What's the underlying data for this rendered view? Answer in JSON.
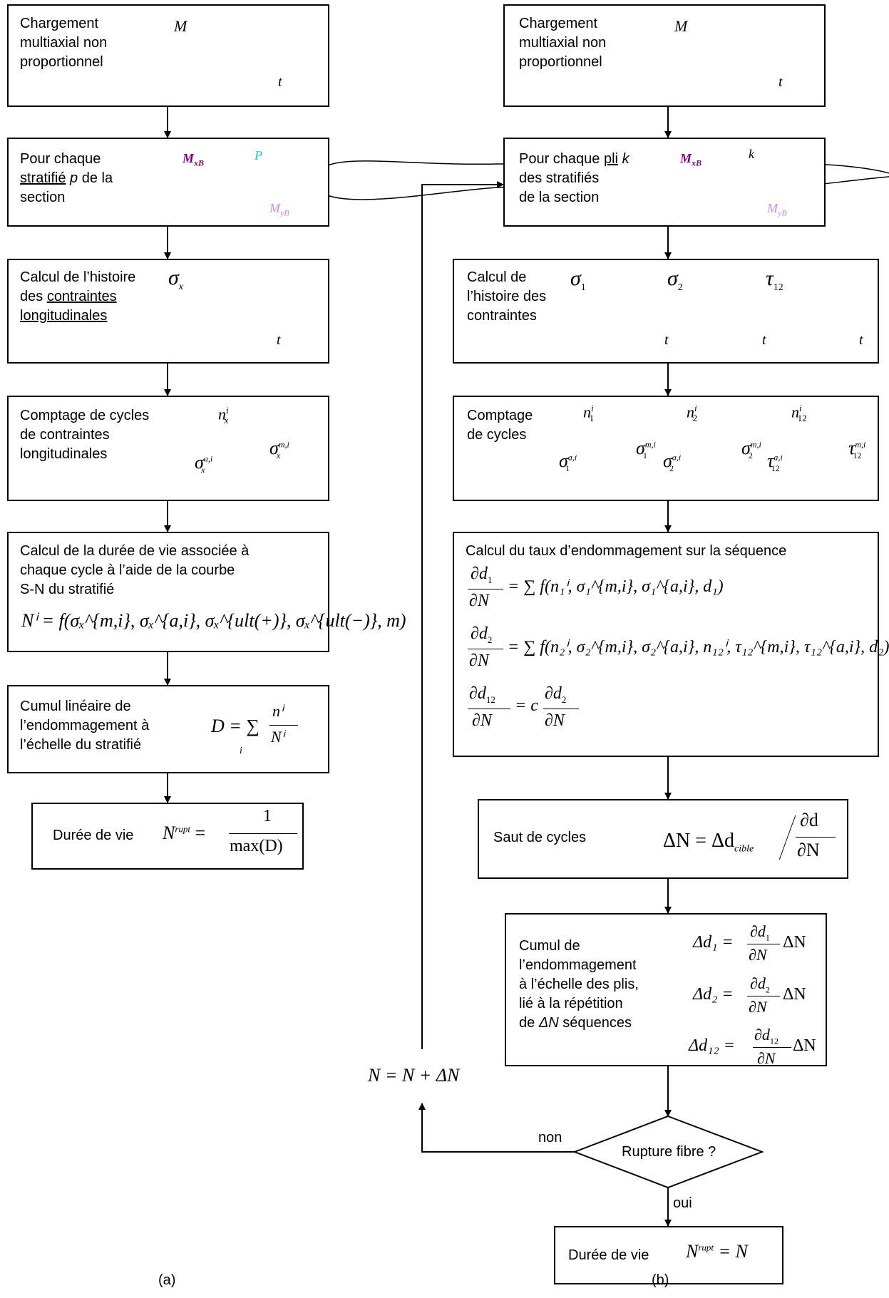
{
  "colors": {
    "dark_purple": "#800080",
    "light_purple": "#cc88ee",
    "cyan": "#22c4dc",
    "navy": "#141470",
    "blue": "#3a6bd8",
    "light_blue": "#8ec4ef"
  },
  "left": {
    "box1": {
      "lines": [
        "Chargement",
        "multiaxial non",
        "proportionnel"
      ],
      "axis_y": "M",
      "axis_x": "t"
    },
    "box2": {
      "line1": "Pour chaque",
      "line2_u": "stratifié",
      "line2_i": "p",
      "line2_rest": "de la",
      "line3": "section",
      "label_P": "P",
      "label_mx": "M",
      "label_mx_sub": "xB",
      "label_my": "M",
      "label_my_sub": "yB"
    },
    "box3": {
      "line1": "Calcul de l’histoire",
      "line2_pre": "des ",
      "line2_u": "contraintes",
      "line3_u": "longitudinales",
      "axis_y": "σ",
      "axis_y_sub": "x",
      "axis_x": "t"
    },
    "box4": {
      "lines": [
        "Comptage de cycles",
        "de contraintes",
        "longitudinales"
      ],
      "n": "n",
      "n_sup": "i",
      "n_sub": "x",
      "sa": "σ",
      "sa_sup": "a,i",
      "sa_sub": "x",
      "sm": "σ",
      "sm_sup": "m,i",
      "sm_sub": "x"
    },
    "box5": {
      "lines": [
        "Calcul de la durée de vie associée à",
        "chaque cycle à l’aide de la courbe",
        "S-N du stratifié"
      ],
      "formula": "Nⁱ = f(σₓ^{m,i}, σₓ^{a,i}, σₓ^{ult(+)}, σₓ^{ult(−)}, m)"
    },
    "box6": {
      "lines": [
        "Cumul linéaire de",
        "l’endommagement à",
        "l’échelle du stratifié"
      ],
      "formula_lhs": "D = ∑",
      "formula_num": "nⁱ",
      "formula_den": "Nⁱ",
      "formula_idx": "i"
    },
    "box7": {
      "label": "Durée de vie",
      "lhs": "N",
      "lhs_sup": "rupt",
      "eq": "=",
      "num": "1",
      "den": "max(D)"
    },
    "caption": "(a)"
  },
  "right": {
    "box1": {
      "lines": [
        "Chargement",
        "multiaxial non",
        "proportionnel"
      ],
      "axis_y": "M",
      "axis_x": "t"
    },
    "box2": {
      "line1_pre": "Pour chaque ",
      "line1_u": "pli",
      "line1_i": "k",
      "line2": "des stratifiés",
      "line3": "de la section",
      "label_k": "k",
      "label_mx": "M",
      "label_mx_sub": "xB",
      "label_my": "M",
      "label_my_sub": "yB"
    },
    "box3": {
      "lines": [
        "Calcul de",
        "l’histoire des",
        "contraintes"
      ],
      "s1": "σ",
      "s1_sub": "1",
      "s2": "σ",
      "s2_sub": "2",
      "t12": "τ",
      "t12_sub": "12",
      "axis_x": "t"
    },
    "box4": {
      "lines": [
        "Comptage",
        "de cycles"
      ],
      "n1": "n",
      "n1_sub": "1",
      "n2": "n",
      "n2_sub": "2",
      "n12": "n",
      "n12_sub": "12",
      "n_sup": "i",
      "s1a": "σ",
      "s1m": "σ",
      "s2a": "σ",
      "s2m": "σ",
      "t12a": "τ",
      "t12m": "τ",
      "sup_a": "a,i",
      "sup_m": "m,i",
      "sub1": "1",
      "sub2": "2",
      "sub12": "12"
    },
    "box5": {
      "title": "Calcul du taux d’endommagement sur la séquence",
      "eq1": "= ∑ f(n₁ⁱ, σ₁^{m,i}, σ₁^{a,i}, d₁)",
      "eq2": "= ∑ f(n₂ⁱ, σ₂^{m,i}, σ₂^{a,i}, n₁₂ⁱ, τ₁₂^{m,i}, τ₁₂^{a,i}, d₂)",
      "eq3": "= c"
    },
    "box6": {
      "label": "Saut de cycles",
      "formula": "ΔN = Δd",
      "sub": "cible",
      "num": "∂d",
      "den": "∂N"
    },
    "box7": {
      "lines": [
        "Cumul de",
        "l’endommagement",
        "à l’échelle des plis,",
        "lié à la répétition"
      ],
      "line5_i": "ΔN",
      "line5_rest": " séquences",
      "f1": "Δd₁ =",
      "f2": "Δd₂ =",
      "f3": "Δd₁₂ =",
      "f_tail": "ΔN"
    },
    "loop_label": "N = N + ΔN",
    "decision": "Rupture fibre ?",
    "no_label": "non",
    "yes_label": "oui",
    "box8": {
      "label": "Durée de vie",
      "lhs": "N",
      "lhs_sup": "rupt",
      "eq": "= N"
    },
    "caption": "(b)"
  }
}
